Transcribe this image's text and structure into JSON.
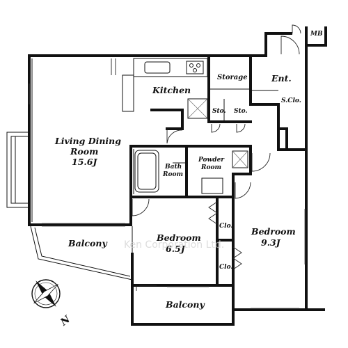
{
  "rooms": {
    "mb": "MB",
    "storage": "Storage",
    "entrance": "Ent.",
    "kitchen": "Kitchen",
    "sclo": "S.Clo.",
    "sto1": "Sto.",
    "sto2": "Sto.",
    "ldr_line1": "Living Dining",
    "ldr_line2": "Room",
    "ldr_size": "15.6J",
    "bath_line1": "Bath",
    "bath_line2": "Room",
    "powder_line1": "Powder",
    "powder_line2": "Room",
    "clo1": "Clo.",
    "clo2": "Clo.",
    "bed1_name": "Bedroom",
    "bed1_size": "6.5J",
    "bed2_name": "Bedroom",
    "bed2_size": "9.3J",
    "balcony1": "Balcony",
    "balcony2": "Balcony"
  },
  "compass": {
    "label": "N"
  },
  "watermark": "Ken Corporation Ltd."
}
